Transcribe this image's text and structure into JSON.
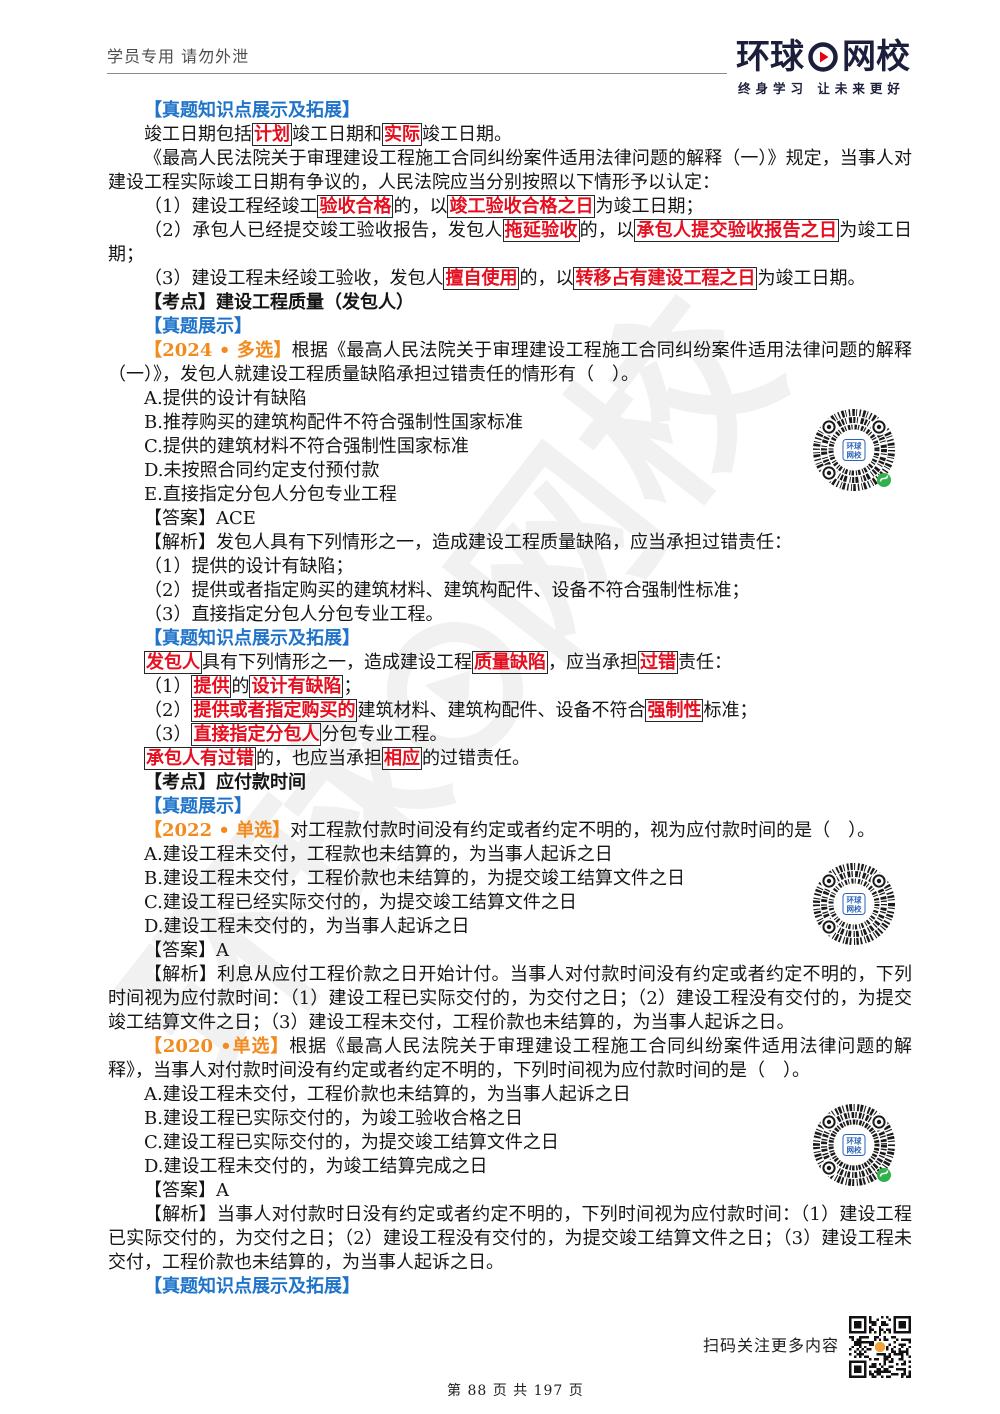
{
  "header": {
    "notice": "学员专用 请勿外泄",
    "logo_left": "环球",
    "logo_right": "网校",
    "slogan": "终身学习 让未来更好"
  },
  "watermark": {
    "left": "环球",
    "right": "网校"
  },
  "colors": {
    "heading_blue": "#1f74c9",
    "tag_orange": "#f28a1e",
    "highlight_red": "#e60f1f"
  },
  "s1": {
    "heading": "【真题知识点展示及拓展】",
    "p1": [
      "竣工日期包括",
      "计划",
      "竣工日期和",
      "实际",
      "竣工日期。"
    ],
    "p2": "《最高人民法院关于审理建设工程施工合同纠纷案件适用法律问题的解释（一）》规定，当事人对建设工程实际竣工日期有争议的，人民法院应当分别按照以下情形予以认定：",
    "p3": [
      "（1）建设工程经竣工",
      "验收合格",
      "的，以",
      "竣工验收合格之日",
      "为竣工日期；"
    ],
    "p4": [
      "（2）承包人已经提交竣工验收报告，发包人",
      "拖延验收",
      "的，以",
      "承包人提交验收报告之日",
      "为竣工日期；"
    ],
    "p5": [
      "（3）建设工程未经竣工验收，发包人",
      "擅自使用",
      "的，以",
      "转移占有建设工程之日",
      "为竣工日期。"
    ]
  },
  "s2": {
    "kaodian": "【考点】建设工程质量（发包人）",
    "zhenti": "【真题展示】",
    "q_tag": "【2024 • 多选】",
    "q_text": "根据《最高人民法院关于审理建设工程施工合同纠纷案件适用法律问题的解释（一）》，发包人就建设工程质量缺陷承担过错责任的情形有（　）。",
    "options": [
      "A.提供的设计有缺陷",
      "B.推荐购买的建筑构配件不符合强制性国家标准",
      "C.提供的建筑材料不符合强制性国家标准",
      "D.未按照合同约定支付预付款",
      "E.直接指定分包人分包专业工程"
    ],
    "answer": "【答案】ACE",
    "analysis": "【解析】发包人具有下列情形之一，造成建设工程质量缺陷，应当承担过错责任：",
    "analysis_items": [
      "（1）提供的设计有缺陷；",
      "（2）提供或者指定购买的建筑材料、建筑构配件、设备不符合强制性标准；",
      "（3）直接指定分包人分包专业工程。"
    ],
    "ext_heading": "【真题知识点展示及拓展】",
    "ext_p1": [
      "发包人",
      "具有下列情形之一，造成建设工程",
      "质量缺陷",
      "，应当承担",
      "过错",
      "责任："
    ],
    "ext_p2": [
      "（1）",
      "提供",
      "的",
      "设计有缺陷",
      "；"
    ],
    "ext_p3": [
      "（2）",
      "提供或者指定购买的",
      "建筑材料、建筑构配件、设备不符合",
      "强制性",
      "标准；"
    ],
    "ext_p4": [
      "（3）",
      "直接指定分包人",
      "分包专业工程。"
    ],
    "ext_p5": [
      "承包人有过错",
      "的，也应当承担",
      "相应",
      "的过错责任。"
    ]
  },
  "s3": {
    "kaodian": "【考点】应付款时间",
    "zhenti": "【真题展示】",
    "q1_tag": "【2022 • 单选】",
    "q1_text": "对工程款付款时间没有约定或者约定不明的，视为应付款时间的是（　）。",
    "q1_options": [
      "A.建设工程未交付，工程款也未结算的，为当事人起诉之日",
      "B.建设工程未交付，工程价款也未结算的，为提交竣工结算文件之日",
      "C.建设工程已经实际交付的，为提交竣工结算文件之日",
      "D.建设工程未交付的，为当事人起诉之日"
    ],
    "q1_answer": "【答案】A",
    "q1_analysis": "【解析】利息从应付工程价款之日开始计付。当事人对付款时间没有约定或者约定不明的，下列时间视为应付款时间：（1）建设工程已实际交付的，为交付之日；（2）建设工程没有交付的，为提交竣工结算文件之日；（3）建设工程未交付，工程价款也未结算的，为当事人起诉之日。",
    "q2_tag": "【2020 •单选】",
    "q2_text": "根据《最高人民法院关于审理建设工程施工合同纠纷案件适用法律问题的解释》，当事人对付款时间没有约定或者约定不明的，下列时间视为应付款时间的是（　）。",
    "q2_options": [
      "A.建设工程未交付，工程价款也未结算的，为当事人起诉之日",
      "B.建设工程已实际交付的，为竣工验收合格之日",
      "C.建设工程已实际交付的，为提交竣工结算文件之日",
      "D.建设工程未交付的，为竣工结算完成之日"
    ],
    "q2_answer": "【答案】A",
    "q2_analysis": "【解析】当事人对付款时日没有约定或者约定不明的，下列时间视为应付款时间：（1）建设工程已实际交付的，为交付之日；（2）建设工程没有交付的，为提交竣工结算文件之日；（3）建设工程未交付，工程价款也未结算的，为当事人起诉之日。",
    "ext_heading": "【真题知识点展示及拓展】"
  },
  "qr": {
    "center_top": "环球",
    "center_bottom": "网校"
  },
  "footer": {
    "scan_text": "扫码关注更多内容",
    "page_label": "第 88 页 共 197 页"
  }
}
